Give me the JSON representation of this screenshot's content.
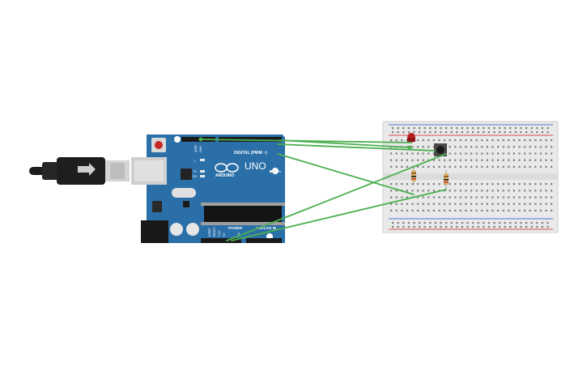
{
  "arduino": {
    "brand": "ARDUINO",
    "model": "UNO",
    "digital_label": "DIGITAL (PWM ~)",
    "power_label": "POWER",
    "analog_label": "ANALOG IN",
    "tx_label": "TX",
    "rx_label": "RX",
    "on_label": "ON",
    "l_label": "L",
    "aref_label": "AREF",
    "gnd_label": "GND",
    "ioref_label": "IOREF",
    "reset_label": "RESET",
    "v33_label": "3.3V",
    "v5_label": "5V",
    "vin_label": "Vin"
  },
  "colors": {
    "board": "#2b6fa8",
    "board_edge": "#1f5d91",
    "wire": "#4caf50",
    "breadboard": "#e9e9e9",
    "rail_red": "#d9534f",
    "rail_blue": "#4a7bd1",
    "led": "#b71c1c",
    "usb_cable": "#222222"
  }
}
